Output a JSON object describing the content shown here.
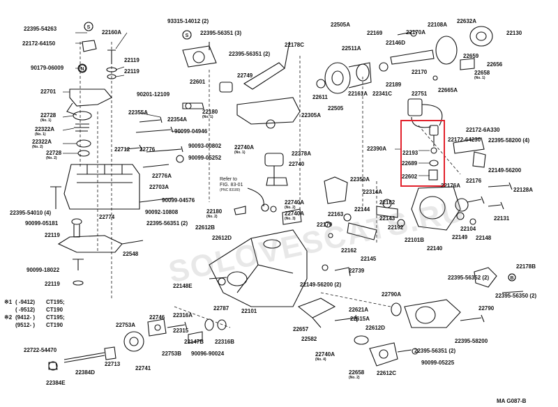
{
  "highlight_color": "#e2202b",
  "watermark": "SOLOVESCATS.RU",
  "diagram_code": "MA G087-B",
  "legend": {
    "rows": [
      {
        "mark": "※1",
        "period": "( -9412)",
        "model": "CT195;"
      },
      {
        "mark": "",
        "period": "( -9512)",
        "model": "CT190"
      },
      {
        "mark": "※2",
        "period": "(9412- )",
        "model": "CT195;"
      },
      {
        "mark": "",
        "period": "(9512- )",
        "model": "CT190"
      }
    ]
  },
  "reference_note": {
    "line1": "Refer to",
    "line2": "FIG. 83-01",
    "line3": "(PNC 83180)"
  },
  "labels": [
    {
      "id": "l1",
      "text": "22395-54263"
    },
    {
      "id": "l2",
      "text": "22160A"
    },
    {
      "id": "l3",
      "text": "22172-64150"
    },
    {
      "id": "l4",
      "text": "90179-06009"
    },
    {
      "id": "l5",
      "text": "22119"
    },
    {
      "id": "l6",
      "text": "22119"
    },
    {
      "id": "l7",
      "text": "22701"
    },
    {
      "id": "l8",
      "text": "22728",
      "sub": "(No. 1)"
    },
    {
      "id": "l9",
      "text": "22322A",
      "sub": "(No. 1)"
    },
    {
      "id": "l10",
      "text": "22322A",
      "sub": "(No. 2)"
    },
    {
      "id": "l11",
      "text": "22728",
      "sub": "(No. 2)"
    },
    {
      "id": "l12",
      "text": "93315-14012 (2)"
    },
    {
      "id": "l13",
      "text": "22395-56351 (3)"
    },
    {
      "id": "l14",
      "text": "22178C"
    },
    {
      "id": "l15",
      "text": "22395-56351 (2)"
    },
    {
      "id": "l16",
      "text": "22601"
    },
    {
      "id": "l17",
      "text": "22749"
    },
    {
      "id": "l18",
      "text": "90201-12109"
    },
    {
      "id": "l19",
      "text": "22180",
      "sub": "(No. 1)"
    },
    {
      "id": "l20",
      "text": "22355A"
    },
    {
      "id": "l21",
      "text": "22354A"
    },
    {
      "id": "l22",
      "text": "90099-04946"
    },
    {
      "id": "l23",
      "text": "22712"
    },
    {
      "id": "l24",
      "text": "22776"
    },
    {
      "id": "l25",
      "text": "90093-00802"
    },
    {
      "id": "l26",
      "text": "90099-05252"
    },
    {
      "id": "l27",
      "text": "22776A"
    },
    {
      "id": "l28",
      "text": "22703A"
    },
    {
      "id": "l29",
      "text": "90099-04576"
    },
    {
      "id": "l30",
      "text": "90092-10808"
    },
    {
      "id": "l31",
      "text": "22395-54010 (4)"
    },
    {
      "id": "l32",
      "text": "22774"
    },
    {
      "id": "l33",
      "text": "90099-05181"
    },
    {
      "id": "l34",
      "text": "22119"
    },
    {
      "id": "l35",
      "text": "22548"
    },
    {
      "id": "l36",
      "text": "90099-18022"
    },
    {
      "id": "l37",
      "text": "22119"
    },
    {
      "id": "l38",
      "text": "22505A"
    },
    {
      "id": "l39",
      "text": "22169"
    },
    {
      "id": "l40",
      "text": "22170A"
    },
    {
      "id": "l41",
      "text": "22108A"
    },
    {
      "id": "l42",
      "text": "22632A"
    },
    {
      "id": "l43",
      "text": "22130"
    },
    {
      "id": "l44",
      "text": "22146D"
    },
    {
      "id": "l45",
      "text": "22659"
    },
    {
      "id": "l46",
      "text": "22511A"
    },
    {
      "id": "l47",
      "text": "22656"
    },
    {
      "id": "l48",
      "text": "22658",
      "sub": "(No. 1)"
    },
    {
      "id": "l49",
      "text": "22189"
    },
    {
      "id": "l50",
      "text": "22170"
    },
    {
      "id": "l51",
      "text": "22611"
    },
    {
      "id": "l52",
      "text": "22161A"
    },
    {
      "id": "l53",
      "text": "22341C"
    },
    {
      "id": "l54",
      "text": "22665A"
    },
    {
      "id": "l55",
      "text": "22505"
    },
    {
      "id": "l56",
      "text": "22751"
    },
    {
      "id": "l57",
      "text": "22305A"
    },
    {
      "id": "l58",
      "text": "22740A",
      "sub": "(No. 1)"
    },
    {
      "id": "l59",
      "text": "22378A"
    },
    {
      "id": "l60",
      "text": "22740"
    },
    {
      "id": "l61",
      "text": "22390A"
    },
    {
      "id": "l62",
      "text": "22193"
    },
    {
      "id": "l63",
      "text": "22689"
    },
    {
      "id": "l64",
      "text": "22602"
    },
    {
      "id": "l65",
      "text": "22172-6A330"
    },
    {
      "id": "l66",
      "text": "22172-64230"
    },
    {
      "id": "l67",
      "text": "22395-58200 (4)"
    },
    {
      "id": "l68",
      "text": "22149-56200"
    },
    {
      "id": "l69",
      "text": "22350A"
    },
    {
      "id": "l70",
      "text": "22314A"
    },
    {
      "id": "l71",
      "text": "22176"
    },
    {
      "id": "l72",
      "text": "22176A"
    },
    {
      "id": "l73",
      "text": "22128A"
    },
    {
      "id": "l74",
      "text": "22740A",
      "sub": "(No. 2)"
    },
    {
      "id": "l75",
      "text": "22740A",
      "sub": "(No. 3)"
    },
    {
      "id": "l76",
      "text": "22180",
      "sub": "(No. 2)"
    },
    {
      "id": "l77",
      "text": "22144"
    },
    {
      "id": "l78",
      "text": "22182"
    },
    {
      "id": "l79",
      "text": "22143"
    },
    {
      "id": "l80",
      "text": "22163"
    },
    {
      "id": "l81",
      "text": "22179"
    },
    {
      "id": "l82",
      "text": "22192"
    },
    {
      "id": "l83",
      "text": "22131"
    },
    {
      "id": "l84",
      "text": "22395-56351 (2)"
    },
    {
      "id": "l85",
      "text": "22612B"
    },
    {
      "id": "l86",
      "text": "22612D"
    },
    {
      "id": "l87",
      "text": "22162"
    },
    {
      "id": "l88",
      "text": "22145"
    },
    {
      "id": "l89",
      "text": "22101B"
    },
    {
      "id": "l90",
      "text": "22140"
    },
    {
      "id": "l91",
      "text": "22149"
    },
    {
      "id": "l92",
      "text": "22104"
    },
    {
      "id": "l93",
      "text": "22148"
    },
    {
      "id": "l94",
      "text": "22739"
    },
    {
      "id": "l95",
      "text": "22148E"
    },
    {
      "id": "l96",
      "text": "22149-56200 (2)"
    },
    {
      "id": "l97",
      "text": "22101"
    },
    {
      "id": "l98",
      "text": "22178B"
    },
    {
      "id": "l99",
      "text": "22395-56352 (2)"
    },
    {
      "id": "l100",
      "text": "22395-56350 (2)"
    },
    {
      "id": "l101",
      "text": "22790A"
    },
    {
      "id": "l102",
      "text": "22790"
    },
    {
      "id": "l103",
      "text": "22621A"
    },
    {
      "id": "l104",
      "text": "22615A"
    },
    {
      "id": "l105",
      "text": "22612D"
    },
    {
      "id": "l106",
      "text": "22657"
    },
    {
      "id": "l107",
      "text": "22582"
    },
    {
      "id": "l108",
      "text": "22787"
    },
    {
      "id": "l109",
      "text": "22746"
    },
    {
      "id": "l110",
      "text": "22316A"
    },
    {
      "id": "l111",
      "text": "22753A"
    },
    {
      "id": "l112",
      "text": "22315"
    },
    {
      "id": "l113",
      "text": "22147B"
    },
    {
      "id": "l114",
      "text": "22316B"
    },
    {
      "id": "l115",
      "text": "22753B"
    },
    {
      "id": "l116",
      "text": "90096-90024"
    },
    {
      "id": "l117",
      "text": "22722-54470"
    },
    {
      "id": "l118",
      "text": "22713"
    },
    {
      "id": "l119",
      "text": "22741"
    },
    {
      "id": "l120",
      "text": "22384D"
    },
    {
      "id": "l121",
      "text": "22384E"
    },
    {
      "id": "l122",
      "text": "22740A",
      "sub": "(No. 4)"
    },
    {
      "id": "l123",
      "text": "22658",
      "sub": "(No. 2)"
    },
    {
      "id": "l124",
      "text": "22612C"
    },
    {
      "id": "l125",
      "text": "22395-56351 (2)"
    },
    {
      "id": "l126",
      "text": "90099-05225"
    },
    {
      "id": "l127",
      "text": "22395-58200"
    }
  ]
}
